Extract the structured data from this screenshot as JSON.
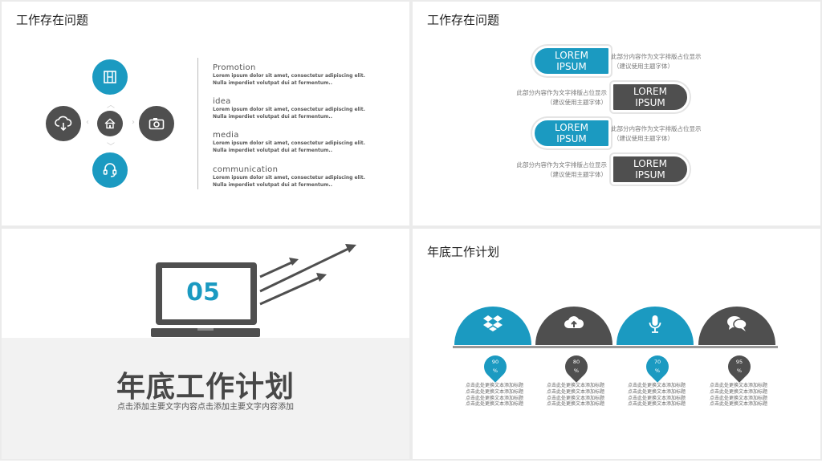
{
  "slide1": {
    "title": "工作存在问题",
    "items": [
      {
        "heading": "Promotion",
        "line1": "Lorem ipsum dolor sit amet, consectetur adipiscing elit.",
        "line2": "Nulla imperdiet volutpat dui at fermentum.."
      },
      {
        "heading": "idea",
        "line1": "Lorem ipsum dolor sit amet, consectetur adipiscing elit.",
        "line2": "Nulla imperdiet volutpat dui at fermentum.."
      },
      {
        "heading": "media",
        "line1": "Lorem ipsum dolor sit amet, consectetur adipiscing elit.",
        "line2": "Nulla imperdiet volutpat dui at fermentum.."
      },
      {
        "heading": "communication",
        "line1": "Lorem ipsum dolor sit amet, consectetur adipiscing elit.",
        "line2": "Nulla imperdiet volutpat dui at fermentum.."
      }
    ],
    "icons": [
      "film-icon",
      "cloud-download-icon",
      "home-icon",
      "camera-icon",
      "headset-icon"
    ]
  },
  "slide2": {
    "title": "工作存在问题",
    "rows": [
      {
        "pill_line1": "LOREM",
        "pill_line2": "IPSUM",
        "note_line1": "此部分内容作为文字排版占位显示",
        "note_line2": "（建议使用主题字体）"
      },
      {
        "pill_line1": "LOREM",
        "pill_line2": "IPSUM",
        "note_line1": "此部分内容作为文字排版占位显示",
        "note_line2": "（建议使用主题字体）"
      },
      {
        "pill_line1": "LOREM",
        "pill_line2": "IPSUM",
        "note_line1": "此部分内容作为文字排版占位显示",
        "note_line2": "（建议使用主题字体）"
      },
      {
        "pill_line1": "LOREM",
        "pill_line2": "IPSUM",
        "note_line1": "此部分内容作为文字排版占位显示",
        "note_line2": "（建议使用主题字体）"
      }
    ]
  },
  "slide3": {
    "number": "05",
    "title": "年底工作计划",
    "subtitle": "点击添加主要文字内容点击添加主要文字内容添加"
  },
  "slide4": {
    "title": "年底工作计划",
    "columns": [
      {
        "icon": "dropbox-icon",
        "value": "90",
        "unit": "%",
        "desc": "点击此处更换文本添加标题"
      },
      {
        "icon": "cloud-upload-icon",
        "value": "80",
        "unit": "%",
        "desc": "点击此处更换文本添加标题"
      },
      {
        "icon": "microphone-icon",
        "value": "70",
        "unit": "%",
        "desc": "点击此处更换文本添加标题"
      },
      {
        "icon": "chat-icon",
        "value": "95",
        "unit": "%",
        "desc": "点击此处更换文本添加标题"
      }
    ]
  },
  "colors": {
    "accent": "#1b9ac1",
    "dark": "#4f4f4f",
    "background": "#ebebeb"
  }
}
